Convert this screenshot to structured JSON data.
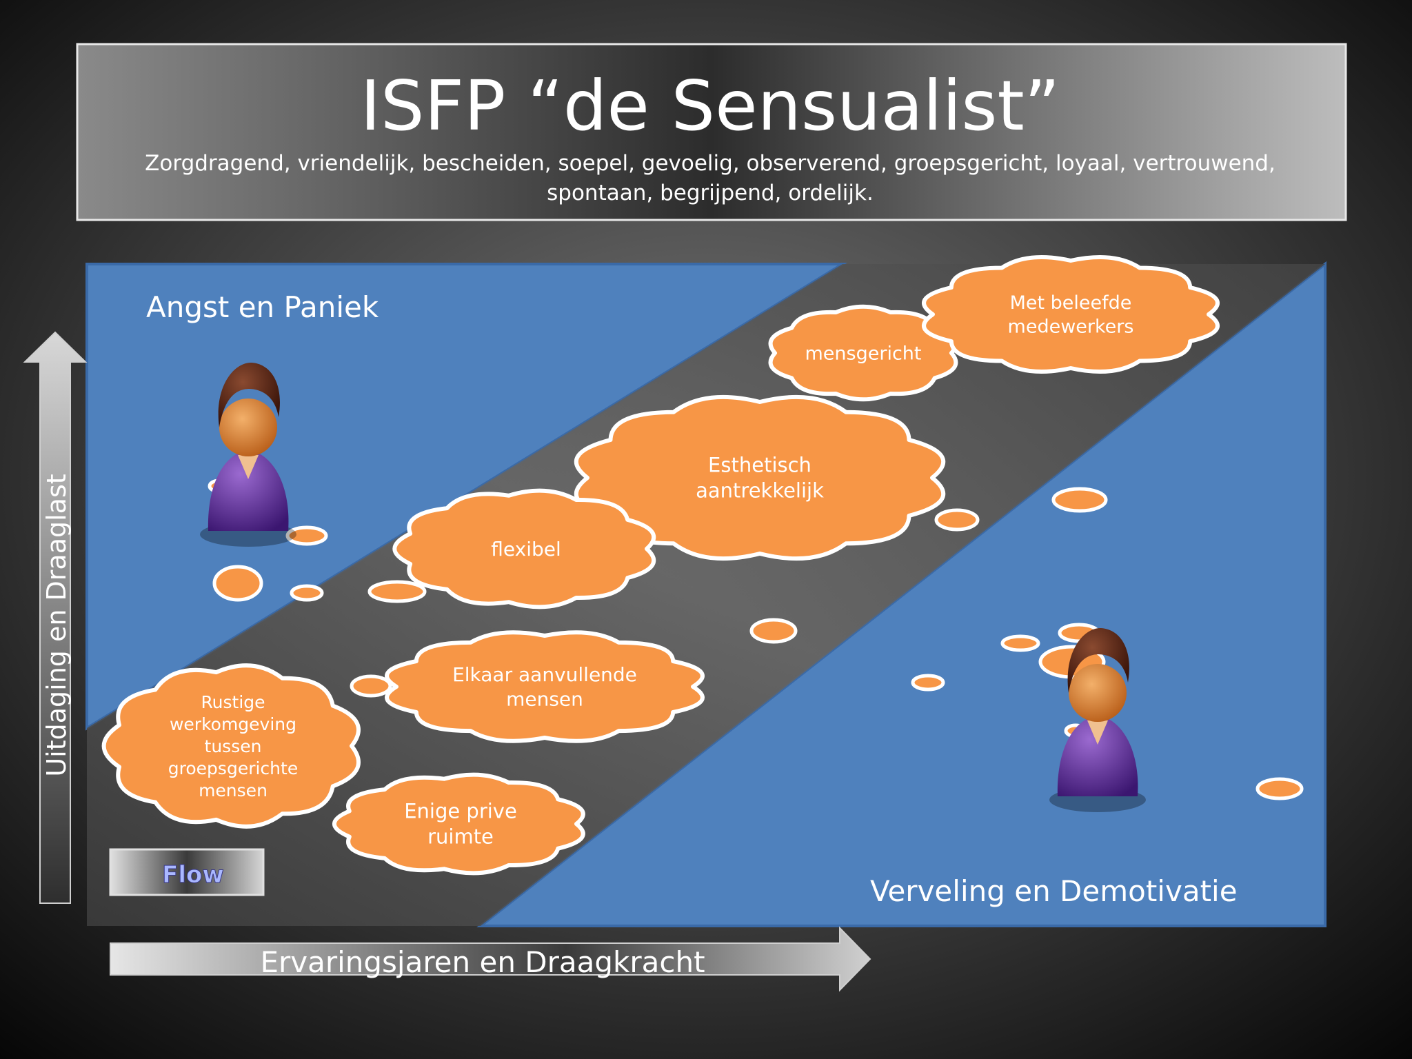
{
  "header": {
    "title": "ISFP “de Sensualist”",
    "subtitle_line1": "Zorgdragend, vriendelijk, bescheiden, soepel, gevoelig, observerend, groepsgericht, loyaal, vertrouwend,",
    "subtitle_line2": "spontaan, begrijpend, ordelijk."
  },
  "zones": {
    "anxiety": "Angst en Paniek",
    "boredom": "Verveling en Demotivatie",
    "flow": "Flow"
  },
  "axes": {
    "y_label": "Uitdaging  en Draaglast",
    "x_label": "Ervaringsjaren en Draagkracht"
  },
  "clouds": {
    "met_beleefde": [
      "Met beleefde",
      "medewerkers"
    ],
    "mensgericht": [
      "mensgericht"
    ],
    "esthetisch": [
      "Esthetisch",
      "aantrekkelijk"
    ],
    "flexibel": [
      "flexibel"
    ],
    "elkaar": [
      "Elkaar aanvullende",
      "mensen"
    ],
    "rustige": [
      "Rustige",
      "werkomgeving",
      "tussen",
      "groepsgerichte",
      "mensen"
    ],
    "enige": [
      "Enige prive",
      "ruimte"
    ]
  },
  "colors": {
    "zone_blue": "#4f81bd",
    "cloud_orange": "#f79646",
    "flow_band": "#555555",
    "person_shirt": "#6a3aa0",
    "person_skin": "#e08a3a",
    "person_hair": "#5a2a1a"
  },
  "icons": {
    "person": "person-icon",
    "arrow_up": "arrow-up-icon",
    "arrow_right": "arrow-right-icon"
  }
}
